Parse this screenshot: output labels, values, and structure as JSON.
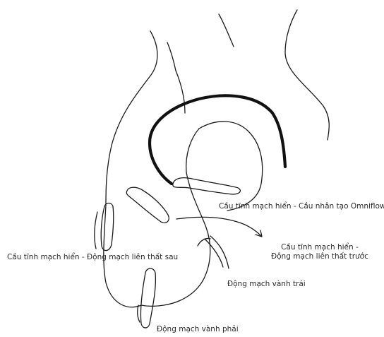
{
  "labels": {
    "graft_svg_omniflow": "Cầu tĩnh mạch hiển - Cầu nhân tạo Omniflow",
    "graft_svg_pda": "Cầu tĩnh mạch hiển - Động mạch liên thất sau",
    "graft_svg_lad_line1": "Cầu tĩnh mạch hiển -",
    "graft_svg_lad_line2": "Động mạch liên thất trước",
    "left_coronary": "Động mạch vành trái",
    "right_coronary": "Động mạch vành phải"
  },
  "colors": {
    "ink": "#1a1a1a",
    "background": "#ffffff",
    "text": "#2a2a2a"
  }
}
